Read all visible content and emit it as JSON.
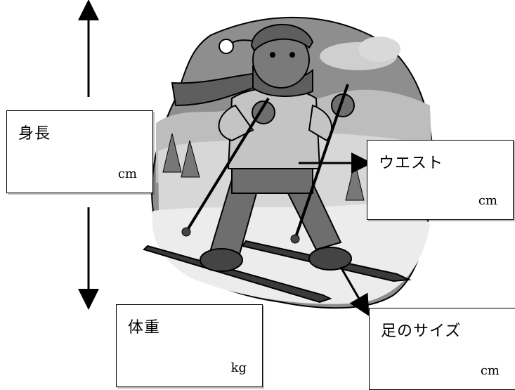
{
  "fields": {
    "height": {
      "label": "身長",
      "unit": "cm"
    },
    "waist": {
      "label": "ウエスト",
      "unit": "cm"
    },
    "weight": {
      "label": "体重",
      "unit": "kg"
    },
    "foot_size": {
      "label": "足のサイズ",
      "unit": "cm"
    }
  },
  "colors": {
    "background": "#ffffff",
    "backdrop": "#909090",
    "figure_dark": "#6a6a6a",
    "figure_light": "#b8b8b8",
    "outline": "#000000"
  },
  "icons": [
    "up-arrow-icon",
    "down-arrow-icon",
    "skier-illustration"
  ]
}
